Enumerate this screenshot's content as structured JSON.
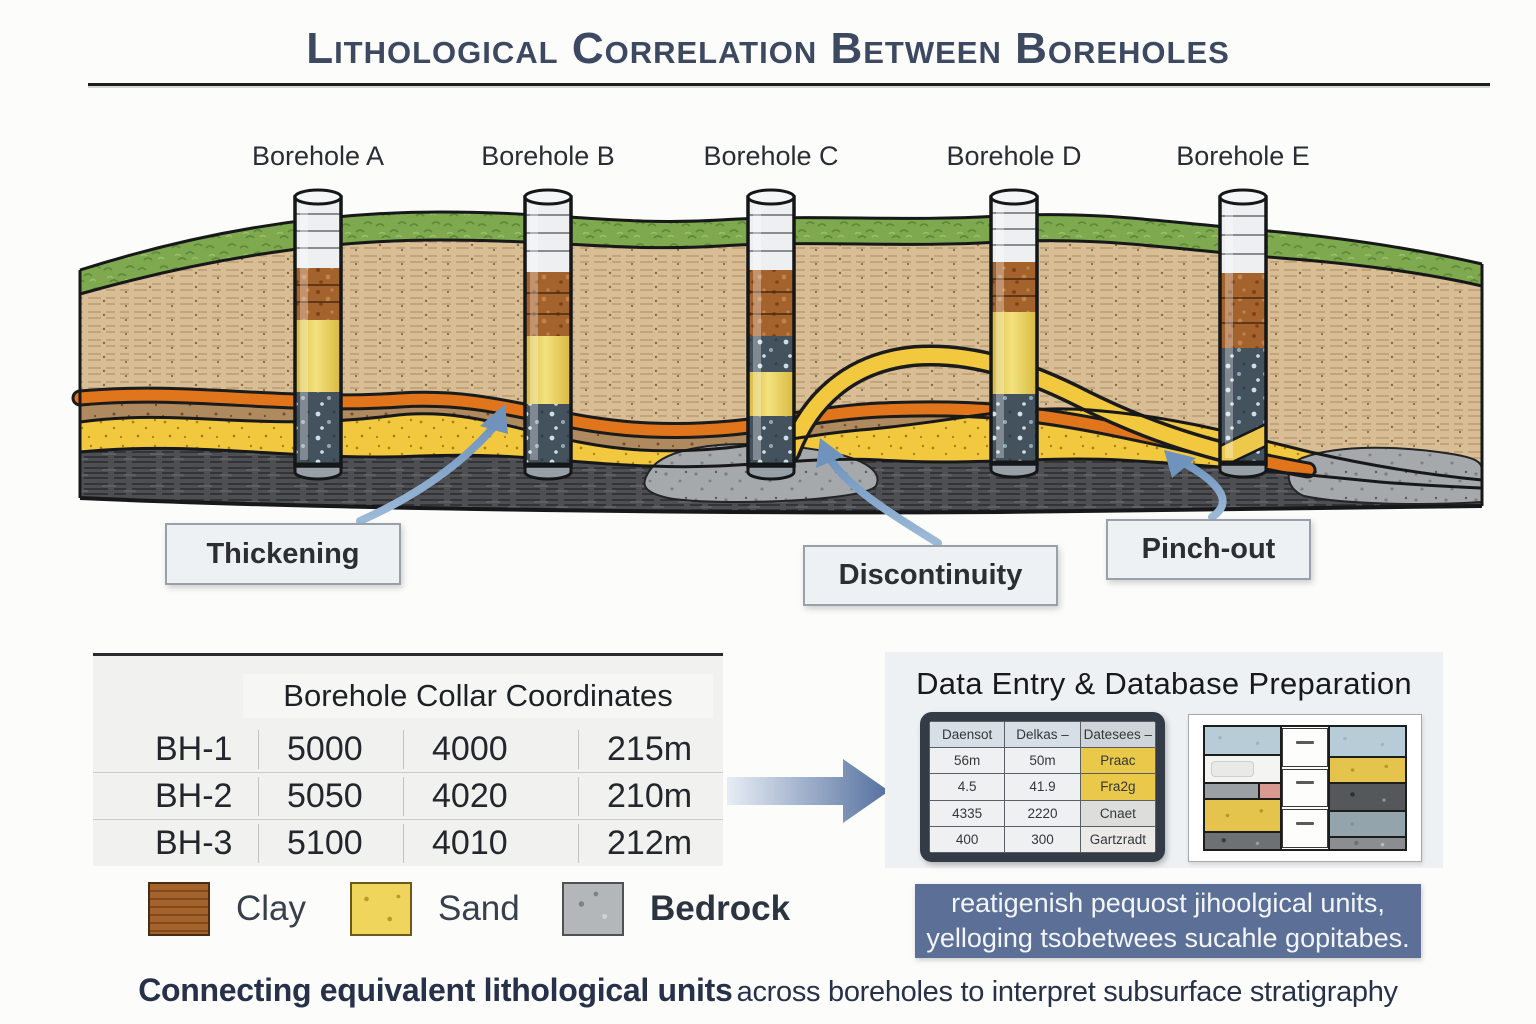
{
  "title": "Lithological Correlation Between Boreholes",
  "boreholes": {
    "labels": [
      "Borehole A",
      "Borehole B",
      "Borehole C",
      "Borehole D",
      "Borehole E"
    ]
  },
  "annotations": {
    "thickening": "Thickening",
    "discontinuity": "Discontinuity",
    "pinch_out": "Pinch-out"
  },
  "collar_table": {
    "title": "Borehole Collar Coordinates",
    "rows": [
      {
        "id": "BH-1",
        "easting": "5000",
        "northing": "4000",
        "elevation": "215m"
      },
      {
        "id": "BH-2",
        "easting": "5050",
        "northing": "4020",
        "elevation": "210m"
      },
      {
        "id": "BH-3",
        "easting": "5100",
        "northing": "4010",
        "elevation": "212m"
      }
    ]
  },
  "data_entry": {
    "title": "Data Entry & Database Preparation",
    "device_table": {
      "headers": [
        "Daensot",
        "Delkas –",
        "Datesees –"
      ],
      "rows": [
        [
          "56m",
          "50m",
          "Praac"
        ],
        [
          "4.5",
          "41.9",
          "Fra2g"
        ],
        [
          "4335",
          "2220",
          "Cnaet"
        ],
        [
          "400",
          "300",
          "Gartzradt"
        ]
      ]
    },
    "note_line1": "reatigenish pequost jihoolgical units,",
    "note_line2": "yelloging tsobetwees sucahle gopitabes."
  },
  "legend": {
    "items": [
      {
        "label": "Clay"
      },
      {
        "label": "Sand"
      },
      {
        "label": "Bedrock"
      }
    ]
  },
  "caption": {
    "strong": "Connecting equivalent lithological units",
    "regular": " across boreholes to interpret subsurface stratigraphy"
  },
  "colors": {
    "title_text": "#3c4961",
    "grass": "#7fa94e",
    "topsoil": "#d9be95",
    "orange_band": "#e0751c",
    "brown_layer": "#b08a5f",
    "sand": "#f2c83e",
    "bedrock_dark": "#4e4f52",
    "bedrock_light": "#a6a9ab",
    "clay": "#a5622b",
    "callout_bg": "#eef1f4",
    "note_bg": "#5c6f97",
    "arrow_blue": "#5b76ab"
  }
}
